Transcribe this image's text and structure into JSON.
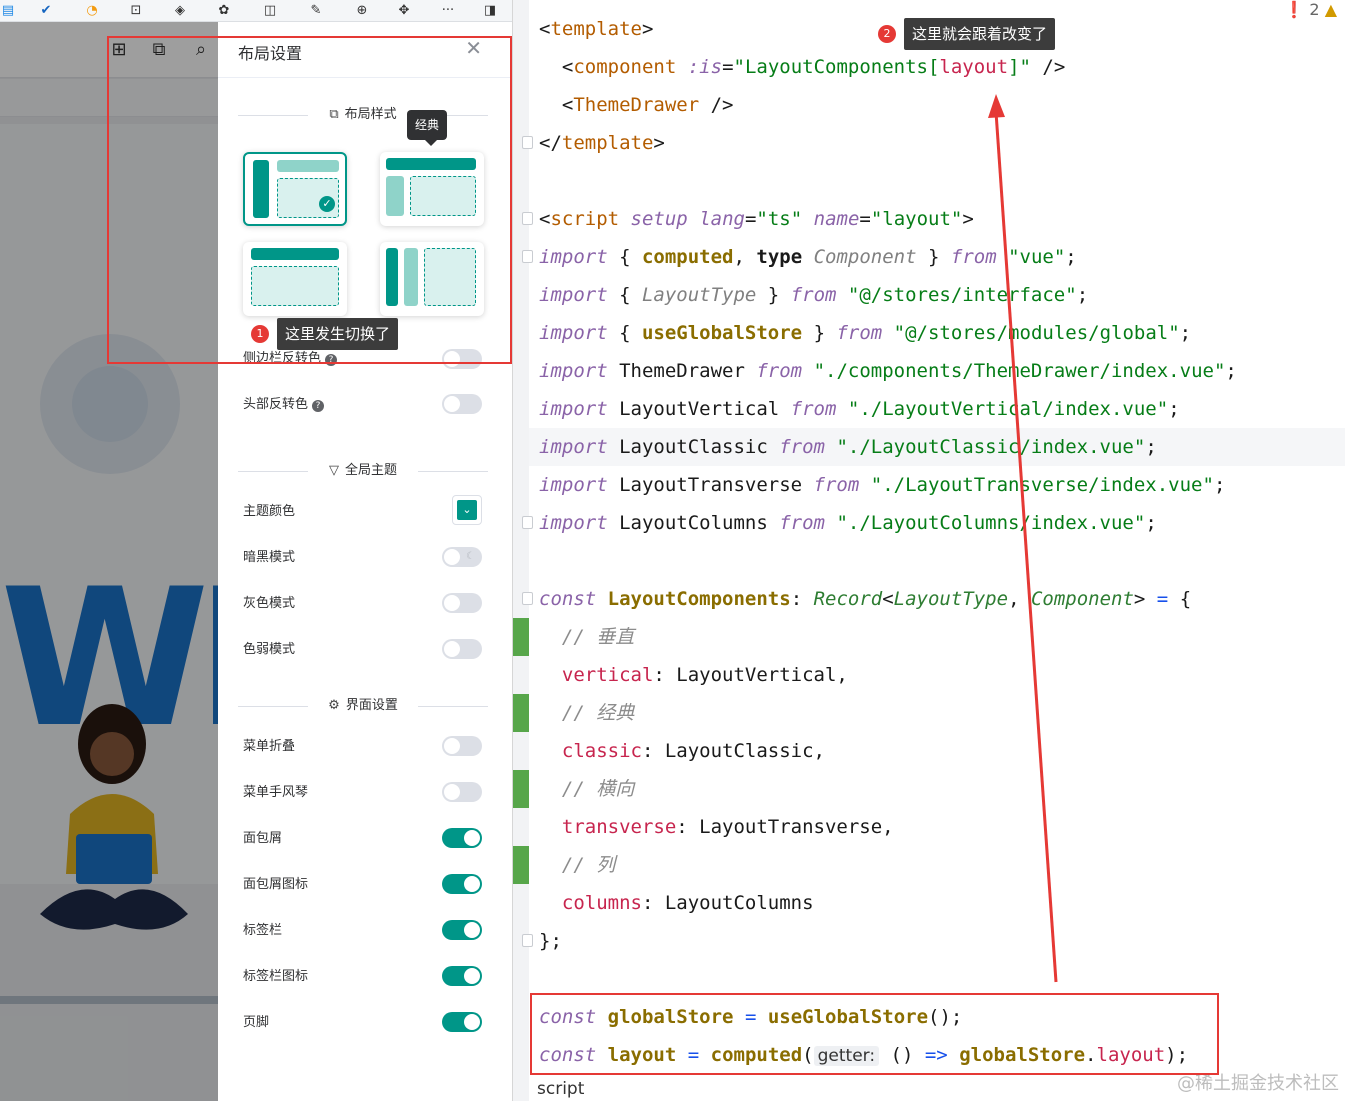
{
  "browser_bar": {
    "icons": [
      "checklist-icon",
      "check-circle-icon",
      "browser-icon",
      "qr-icon",
      "shield-icon",
      "gear-icon",
      "book-icon",
      "translate-icon",
      "add-icon",
      "bug-icon",
      "more-icon",
      "sidebar-icon"
    ],
    "more_label": "···"
  },
  "app_header": {
    "icons": [
      "layout-icon",
      "translate-icon",
      "search-icon"
    ]
  },
  "drawer": {
    "title": "布局设置",
    "close_label": "✕",
    "sections": {
      "layout_style": "布局样式",
      "global_theme": "全局主题",
      "interface_settings": "界面设置"
    },
    "layout_tooltip": "经典",
    "rows": {
      "sidebar_invert": "侧边栏反转色",
      "header_invert": "头部反转色",
      "theme_color": "主题颜色",
      "dark_mode": "暗黑模式",
      "gray_mode": "灰色模式",
      "weak_mode": "色弱模式",
      "menu_collapse": "菜单折叠",
      "menu_accordion": "菜单手风琴",
      "breadcrumb": "面包屑",
      "breadcrumb_icon": "面包屑图标",
      "tabs": "标签栏",
      "tabs_icon": "标签栏图标",
      "footer": "页脚"
    },
    "switch_states": {
      "sidebar_invert": false,
      "header_invert": false,
      "dark_mode": false,
      "gray_mode": false,
      "weak_mode": false,
      "menu_collapse": false,
      "menu_accordion": false,
      "breadcrumb": true,
      "breadcrumb_icon": true,
      "tabs": true,
      "tabs_icon": true,
      "footer": true
    },
    "theme_color_value": "#009688",
    "selected_layout": "vertical"
  },
  "annotations": {
    "badge1": "1",
    "note1": "这里发生切换了",
    "badge2": "2",
    "note2": "这里就会跟着改变了",
    "box_color": "#e53935"
  },
  "editor": {
    "problems_errors": "2",
    "status_text": "script",
    "watermark": "@稀土掘金技术社区",
    "hint_getter": "getter:"
  },
  "colors": {
    "accent": "#009688",
    "annotation_red": "#e53935"
  }
}
